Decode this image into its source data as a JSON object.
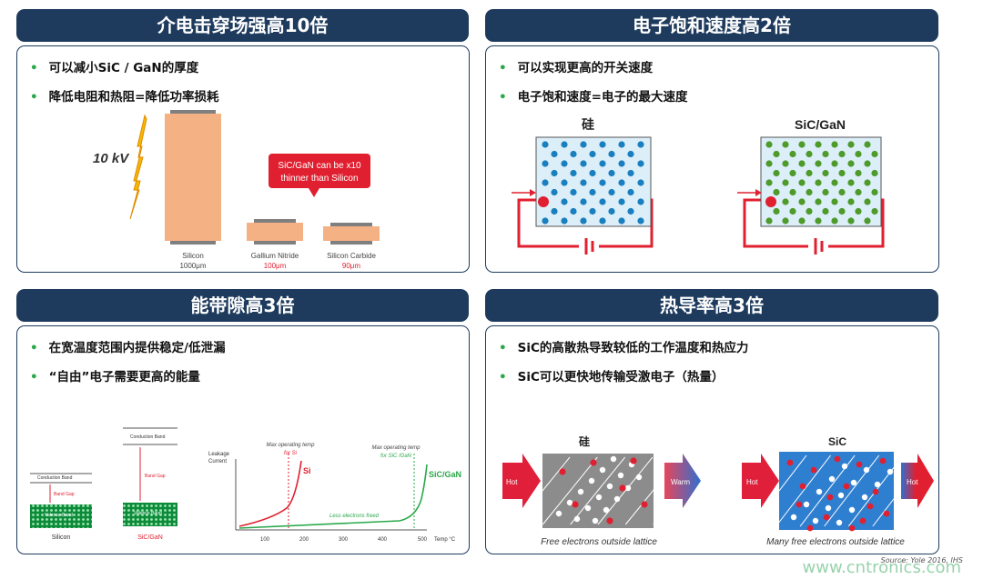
{
  "panels": {
    "p1": {
      "title": "介电击穿场强高10倍",
      "bullets": [
        "可以减小SiC / GaN的厚度",
        "降低电阻和热阻=降低功率损耗"
      ],
      "voltage_label": "10 kV",
      "callout_line1": "SiC/GaN can be x10",
      "callout_line2": "thinner than Silicon",
      "materials": [
        {
          "name": "Silicon",
          "thickness": "1000μm",
          "thickness_um": 1000
        },
        {
          "name": "Gallium Nitride",
          "thickness": "100μm",
          "thickness_um": 100
        },
        {
          "name": "Silicon Carbide",
          "thickness": "90μm",
          "thickness_um": 90
        }
      ],
      "colors": {
        "slab": "#f4b183",
        "cap": "#7f7f7f",
        "accent": "#e02030",
        "bolt": "#f5b800"
      }
    },
    "p2": {
      "title": "电子饱和速度高2倍",
      "bullets": [
        "可以实现更高的开关速度",
        "电子饱和速度=电子的最大速度"
      ],
      "lattices": [
        {
          "label": "硅",
          "dot_color": "#1a7fbf",
          "dot_count": 54
        },
        {
          "label": "SiC/GaN",
          "dot_color": "#4e9a2a",
          "dot_count": 63
        }
      ],
      "colors": {
        "wire": "#e02030",
        "box_bg": "#dceef8"
      }
    },
    "p3": {
      "title": "能带隙高3倍",
      "bullets": [
        "在宽温度范围内提供稳定/低泄漏",
        "“自由”电子需要更高的能量"
      ],
      "bands": [
        {
          "caption": "Silicon",
          "conduction": "Conduction Band",
          "gap": "Band Gap",
          "valence": "Valence Band"
        },
        {
          "caption": "SiC/GaN",
          "conduction": "Conduction Band",
          "gap": "Band Gap",
          "valence": "Valence Band"
        }
      ],
      "chart": {
        "ylabel_line1": "Leakage",
        "ylabel_line2": "Current",
        "xlabel": "Temp °C",
        "ticks": [
          "100",
          "200",
          "300",
          "400",
          "500"
        ],
        "si_note_line1": "Max operating temp",
        "si_note_line2": "for Si",
        "sic_note_line1": "Max operating temp",
        "sic_note_line2": "for SiC /GaN",
        "si_label": "Si",
        "sic_label": "SiC/GaN",
        "annotation": "Less electrons freed"
      },
      "colors": {
        "si": "#e02030",
        "sic": "#2aa84a"
      }
    },
    "p4": {
      "title": "热导率高3倍",
      "bullets": [
        "SiC的高散热导致较低的工作温度和热应力",
        "SiC可以更快地传输受激电子（热量）"
      ],
      "blocks": [
        {
          "label": "硅",
          "in_label": "Hot",
          "out_label": "Warm",
          "caption": "Free electrons outside lattice",
          "bg": "#8c8c8c"
        },
        {
          "label": "SiC",
          "in_label": "Hot",
          "out_label": "Hot",
          "caption": "Many free electrons outside lattice",
          "bg": "#2f7fd0"
        }
      ]
    }
  },
  "footer": {
    "source": "Source: Yole 2016, IHS",
    "watermark": "www.cntronics.com"
  }
}
